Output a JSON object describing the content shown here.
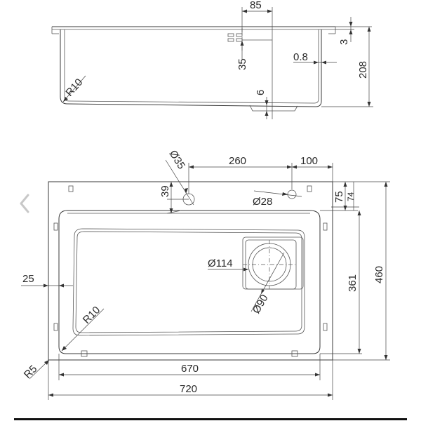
{
  "top_view": {
    "dim_85": "85",
    "dim_3": "3",
    "dim_35": "35",
    "dim_0_8": "0.8",
    "dim_208": "208",
    "dim_6": "6",
    "radius_r10": "R10"
  },
  "plan_view": {
    "dia_35": "Ø35",
    "dim_260": "260",
    "dim_100": "100",
    "dim_39": "39",
    "dia_28": "Ø28",
    "dim_75": "75",
    "dim_74": "74",
    "dia_114": "Ø114",
    "dia_90": "Ø90",
    "dim_25": "25",
    "dim_361": "361",
    "dim_460": "460",
    "radius_r10": "R10",
    "radius_r5": "R5",
    "dim_670": "670",
    "dim_720": "720"
  },
  "icons": {
    "prev": "chevron-left-icon"
  }
}
